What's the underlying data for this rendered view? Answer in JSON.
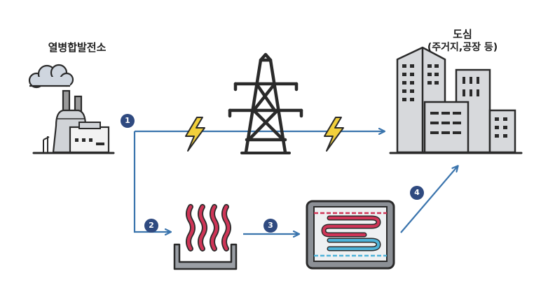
{
  "labels": {
    "power_plant": "열병합발전소",
    "city_title": "도심",
    "city_subtitle": "(주거지,공장 등)"
  },
  "steps": [
    "1",
    "2",
    "3",
    "4"
  ],
  "colors": {
    "flow_arrow": "#3a74ad",
    "outline": "#2a2a2a",
    "badge": "#2f4a80",
    "lightning": "#f2d03b",
    "building_gray": "#d7d9dc",
    "heater_red": "#cf3557",
    "cool_blue": "#4fb3d9"
  },
  "icons": {
    "power_plant": "factory-icon",
    "tower": "transmission-tower-icon",
    "lightning": "lightning-bolt-icon",
    "city": "city-buildings-icon",
    "heater": "heating-coil-icon",
    "exchanger": "heat-exchanger-icon"
  }
}
